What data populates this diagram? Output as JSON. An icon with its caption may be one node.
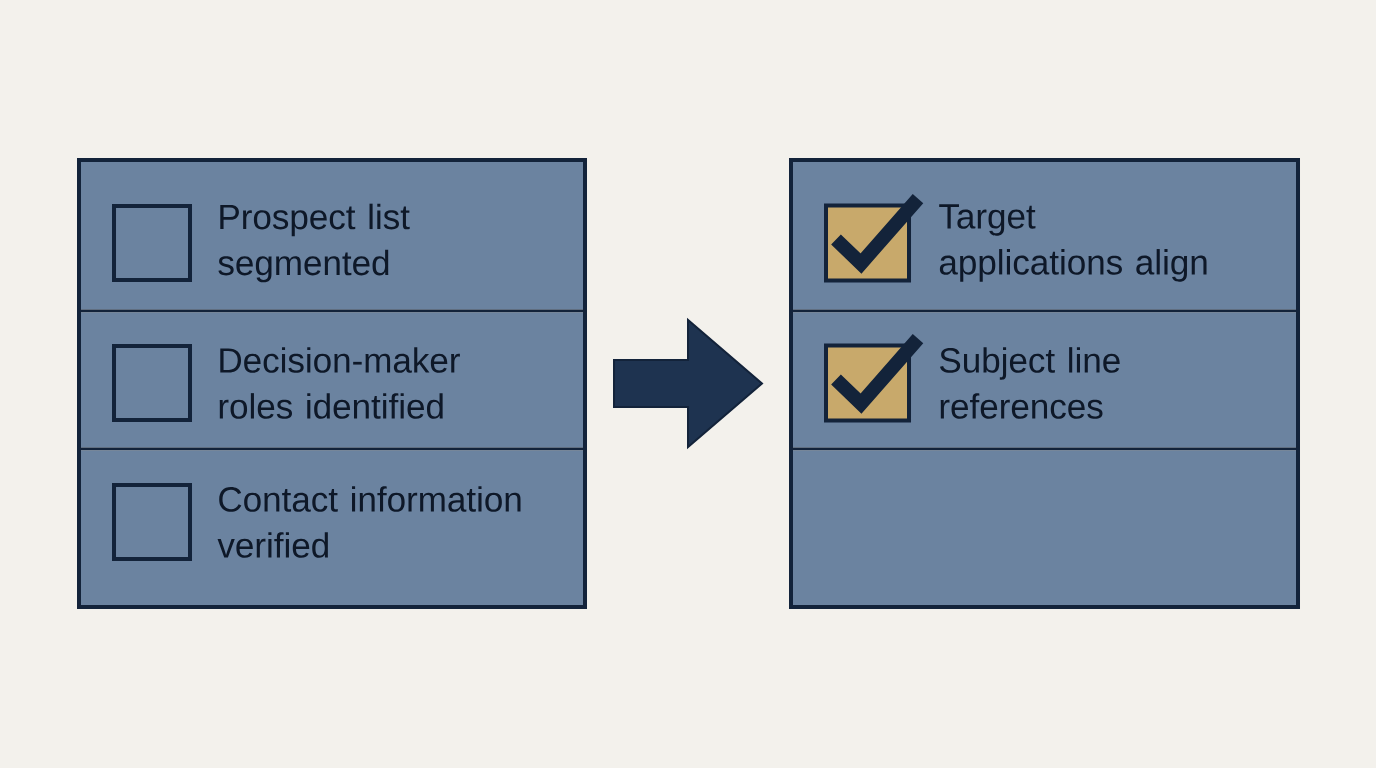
{
  "diagram": {
    "nodes": [
      {
        "text": [],
        "shape": "box"
      },
      {
        "text": [
          "Prospect list segmented"
        ],
        "in": 0
      },
      {
        "text": [
          "Decision-maker roles identified"
        ],
        "in": 0
      },
      {
        "text": [
          "Contact information verified"
        ],
        "in": 0
      },
      {
        "text": [],
        "shape": "box"
      },
      {
        "text": [
          "Target applications align"
        ],
        "in": 4
      },
      {
        "text": [
          "Subject line references"
        ],
        "in": 4
      },
      {
        "text": [],
        "shape": "box",
        "in": 4
      }
    ],
    "edges": [
      {
        "from": 0,
        "to": 4,
        "arrow": "to"
      }
    ]
  }
}
